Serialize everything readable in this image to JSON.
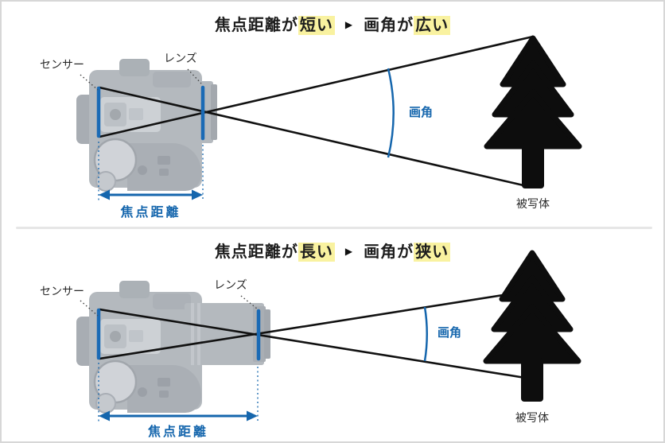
{
  "colors": {
    "accent_blue": "#1566ad",
    "ray_black": "#111111",
    "highlight_yellow": "#f9f2a0",
    "camera_gray": "#a4aab0",
    "divider_gray": "#e6e6e6",
    "border_gray": "#d7d7d7",
    "tree_black": "#0d0d0d"
  },
  "panels": [
    {
      "title": {
        "lead": "焦点距離が",
        "hl1": "短い",
        "arrow": "▶",
        "mid": "画角が",
        "hl2": "広い"
      },
      "labels": {
        "sensor": "センサー",
        "lens": "レンズ",
        "angle_of_view": "画角",
        "focal_length": "焦点距離",
        "subject": "被写体"
      }
    },
    {
      "title": {
        "lead": "焦点距離が",
        "hl1": "長い",
        "arrow": "▶",
        "mid": "画角が",
        "hl2": "狭い"
      },
      "labels": {
        "sensor": "センサー",
        "lens": "レンズ",
        "angle_of_view": "画角",
        "focal_length": "焦点距離",
        "subject": "被写体"
      }
    }
  ]
}
